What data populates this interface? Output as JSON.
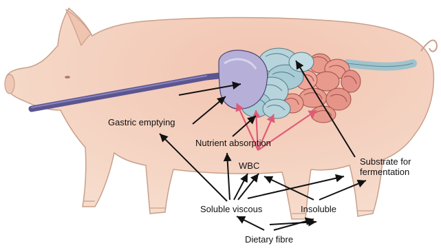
{
  "labels": {
    "gastric_emptying": "Gastric emptying",
    "nutrient_absorption": "Nutrient absorption",
    "wbc": "WBC",
    "substrate_line1": "Substrate for",
    "substrate_line2": "fermentation",
    "soluble_viscous": "Soluble viscous",
    "insoluble": "Insoluble",
    "dietary_fibre": "Dietary fibre"
  },
  "colors": {
    "pig_body": "#f4d3c0",
    "pig_outline": "#c99f8a",
    "esophagus": "#5b5590",
    "stomach": "#b6b0d8",
    "small_intestine": "#b7d4dc",
    "large_intestine": "#e89a8c",
    "red_arrows": "#e05a76",
    "black_arrows": "#111111"
  }
}
